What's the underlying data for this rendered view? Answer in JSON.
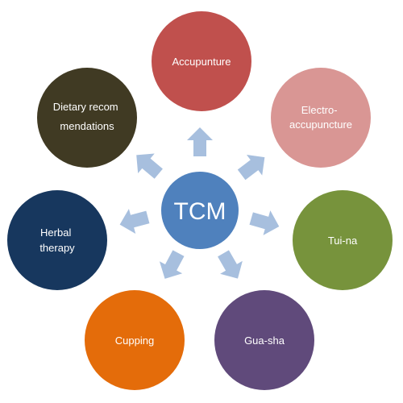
{
  "center": {
    "label": "TCM",
    "color": "#4f81bd"
  },
  "nodes": [
    {
      "id": "accupunture",
      "lines": [
        "Accupunture"
      ],
      "color": "#c0504d"
    },
    {
      "id": "electro-acupuncture",
      "lines": [
        "Electro-",
        "accupuncture"
      ],
      "color": "#d99694"
    },
    {
      "id": "tui-na",
      "lines": [
        "Tui-na"
      ],
      "color": "#77933c"
    },
    {
      "id": "gua-sha",
      "lines": [
        "Gua-sha"
      ],
      "color": "#604a7b"
    },
    {
      "id": "cupping",
      "lines": [
        "Cupping"
      ],
      "color": "#e46c0a"
    },
    {
      "id": "herbal-therapy",
      "lines": [
        "Herbal",
        "therapy"
      ],
      "color": "#17375e"
    },
    {
      "id": "dietary-recommendations",
      "lines": [
        "Dietary recom",
        "mendations"
      ],
      "color": "#403a23"
    }
  ],
  "arrow_color": "#a7bfde"
}
